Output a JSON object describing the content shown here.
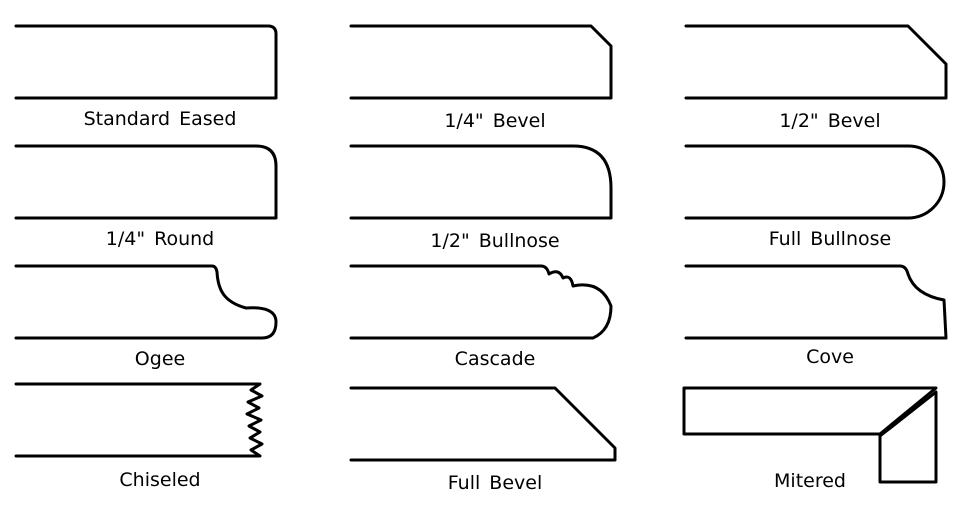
{
  "profiles": [
    {
      "label": "Standard Eased",
      "shape": "eased"
    },
    {
      "label": "1/4\" Bevel",
      "shape": "bevel-quarter"
    },
    {
      "label": "1/2\" Bevel",
      "shape": "bevel-half"
    },
    {
      "label": "1/4\" Round",
      "shape": "round-quarter"
    },
    {
      "label": "1/2\" Bullnose",
      "shape": "bullnose-half"
    },
    {
      "label": "Full Bullnose",
      "shape": "bullnose-full"
    },
    {
      "label": "Ogee",
      "shape": "ogee"
    },
    {
      "label": "Cascade",
      "shape": "cascade"
    },
    {
      "label": "Cove",
      "shape": "cove"
    },
    {
      "label": "Chiseled",
      "shape": "chiseled"
    },
    {
      "label": "Full Bevel",
      "shape": "bevel-full"
    },
    {
      "label": "Mitered",
      "shape": "mitered"
    }
  ]
}
